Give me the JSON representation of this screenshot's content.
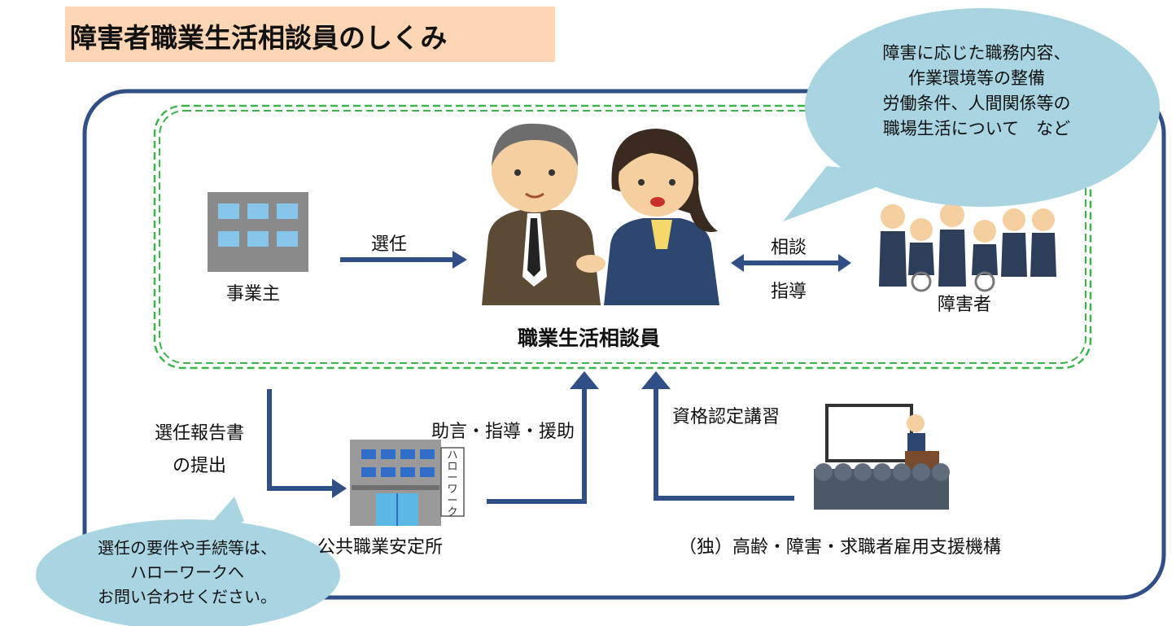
{
  "title": "障害者職業生活相談員のしくみ",
  "labels": {
    "employer": "事業主",
    "appoint": "選任",
    "counselor": "職業生活相談員",
    "consult": "相談",
    "guide": "指導",
    "disabled_persons": "障害者",
    "report_line1": "選任報告書",
    "report_line2": "の提出",
    "hello_work_office": "公共職業安定所",
    "hello_work_sign": "ハローワーク",
    "advice": "助言・指導・援助",
    "training": "資格認定講習",
    "jeed": "（独）高齢・障害・求職者雇用支援機構"
  },
  "bubbles": {
    "top_right": [
      "障害に応じた職務内容、",
      "作業環境等の整備",
      "労働条件、人間関係等の",
      "職場生活について　など"
    ],
    "bottom_left": [
      "選任の要件や手続等は、",
      "ハローワークへ",
      "お問い合わせください。"
    ]
  },
  "colors": {
    "title_bg": "#fcd5b4",
    "frame": "#2f4f86",
    "dashed": "#3cb44b",
    "arrow": "#2f4f86",
    "bubble": "#a9d5e2"
  }
}
